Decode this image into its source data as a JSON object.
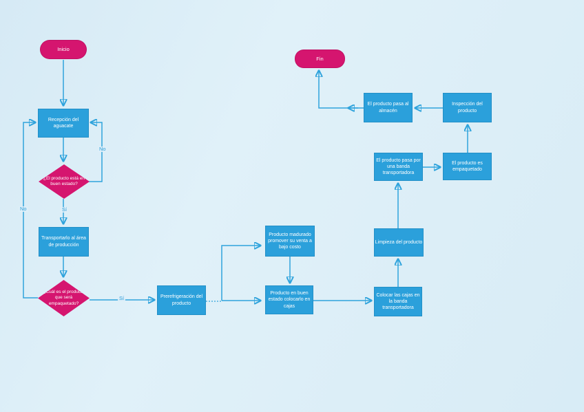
{
  "colors": {
    "background": "#DAEDF6",
    "process_fill": "#2BA0DB",
    "terminator_fill": "#D5156F",
    "decision_fill": "#D5156F",
    "connector": "#2FA3DC",
    "node_text": "#FFFFFF",
    "edge_label_text": "#2E9ED8"
  },
  "nodes": {
    "inicio": {
      "label": "Inicio",
      "type": "terminator"
    },
    "recepcion": {
      "label": "Recepción del aguacate",
      "type": "process"
    },
    "estado_decision": {
      "label": "¿El producto está en buen estado?",
      "type": "decision"
    },
    "transporte": {
      "label": "Transportarlo al área de producción",
      "type": "process"
    },
    "empaque_decision": {
      "label": "¿Cuál es el producto que será empaquetado?",
      "type": "decision"
    },
    "prerefrigeracion": {
      "label": "Prerefrigeración del producto",
      "type": "process"
    },
    "madurado": {
      "label": "Producto madurado promover su venta a bajo costo",
      "type": "process"
    },
    "buen_estado_cajas": {
      "label": "Producto en buen estado colocarlo en cajas",
      "type": "process"
    },
    "colocar_cajas": {
      "label": "Colocar las cajas en la banda transportadora",
      "type": "process"
    },
    "limpieza": {
      "label": "Limpieza del producto",
      "type": "process"
    },
    "banda": {
      "label": "El producto pasa por una banda transportadora",
      "type": "process"
    },
    "empaquetado": {
      "label": "El producto es empaquetado",
      "type": "process"
    },
    "inspeccion": {
      "label": "Inspección del producto",
      "type": "process"
    },
    "almacen": {
      "label": "El producto pasa al almacén",
      "type": "process"
    },
    "fin": {
      "label": "Fin",
      "type": "terminator"
    }
  },
  "edge_labels": {
    "no_estado": "No",
    "si_estado": "Sí",
    "no_empaque": "No",
    "si_empaque": "Sí"
  }
}
